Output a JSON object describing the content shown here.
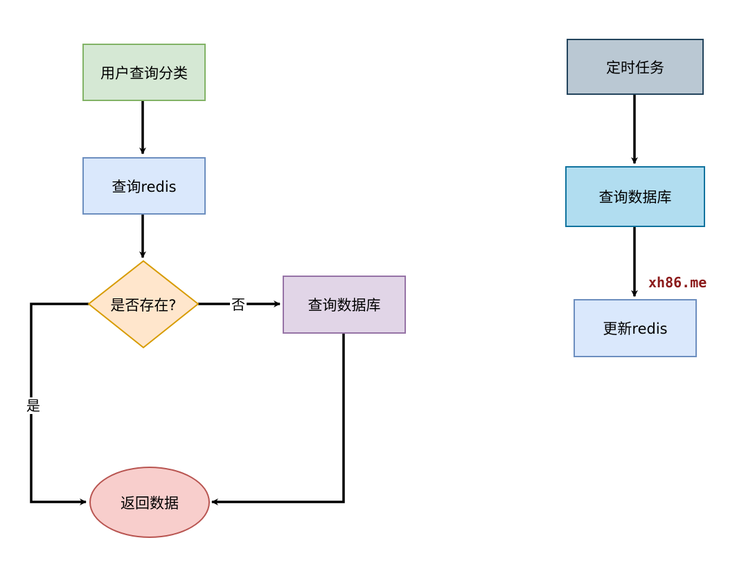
{
  "colors": {
    "stroke": "#000000",
    "green_fill": "#d5e8d4",
    "green_border": "#82b366",
    "blue_fill": "#dae8fc",
    "blue_border": "#6c8ebf",
    "orange_fill": "#ffe6cc",
    "orange_border": "#d79b00",
    "purple_fill": "#e1d5e7",
    "purple_border": "#9673a6",
    "red_fill": "#f8cecc",
    "red_border": "#b85450",
    "gray_fill": "#bac8d3",
    "gray_border": "#23445d",
    "cyan_fill": "#b1ddf0",
    "cyan_border": "#10739e",
    "watermark": "#8b1a1a"
  },
  "flow_query": {
    "start": "用户查询分类",
    "query_redis": "查询redis",
    "decision": "是否存在?",
    "query_db": "查询数据库",
    "return": "返回数据",
    "label_no": "否",
    "label_yes": "是"
  },
  "flow_timer": {
    "start": "定时任务",
    "query_db": "查询数据库",
    "update": "更新redis"
  },
  "watermark": "xh86.me"
}
